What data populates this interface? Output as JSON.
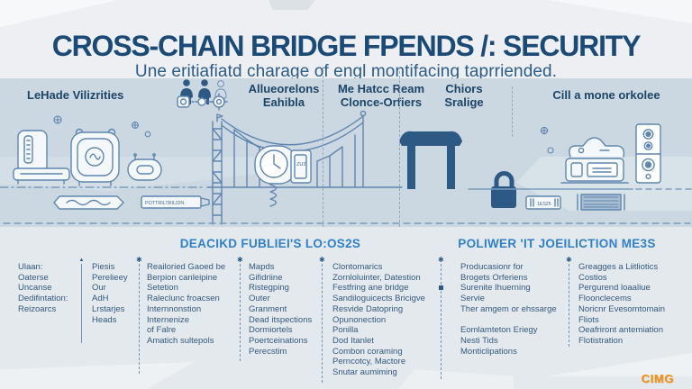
{
  "header": {
    "title": "CROSS-CHAIN BRIDGE FPENDS /: SECURITY",
    "subtitle": "Une eritiafiatd charage of engl montifacing taprriended."
  },
  "band": {
    "headers": [
      {
        "line1": "LeHade Vilizrities",
        "line2": ""
      },
      {
        "line1": "Allueorelons",
        "line2": "Eahibla"
      },
      {
        "line1": "Me Hatcc Ream",
        "line2": "Clonce-Orfiers"
      },
      {
        "line1": "Chiors",
        "line2": "Sralige"
      },
      {
        "line1": "Cill a mone orkolee",
        "line2": ""
      }
    ],
    "doodles": {
      "banner_label": "POTTRILTRILIDN",
      "clock_label": "ZU2",
      "tag_label": "1ES25"
    }
  },
  "sections": [
    {
      "title": "DEACIKD FUBLIEI'S LO:OS2S"
    },
    {
      "title": "POLIWER 'IT JOEILICTION ME3S"
    }
  ],
  "columns": [
    {
      "items": [
        "Ulaan:",
        "Oaterse",
        "Uncanse",
        "Dedifintation:",
        "Reizoarcs"
      ]
    },
    {
      "items": [
        "Piesis",
        "Perelieey",
        "Our",
        "AdH",
        "Lrstarjes",
        "Heads"
      ]
    },
    {
      "items": [
        "Reailoried Gaoed be",
        "Berpion canleipine",
        "Setetion",
        "Raleclunc froacsen",
        "Internnonstion",
        "Internenize",
        "of Falre",
        "Amatich sultepols"
      ]
    },
    {
      "items": [
        "Mapds",
        "Gifidriine",
        "Ristegping",
        "Outer",
        "Granment",
        "Dead itspections",
        "Dormiortels",
        "Poertceinations",
        "Perecstim"
      ]
    },
    {
      "items": [
        "Clontomarics",
        "Zornloluinter, Datestion",
        "Festfring ane bridge",
        "Sandiloguicects Bricigve",
        "Resvide Datopring",
        "Opunonection",
        "Ponilla",
        "Dod Itanlet",
        "Combon coraming",
        "Perncotcy, Mactore",
        "Snutar aumiming"
      ]
    },
    {
      "items": [
        "Producasionr for",
        "Brogets Orferiens",
        "Surenite Ihuerning",
        "Servie",
        "Ther amgem or ehssarge",
        "",
        "Eomlamteton Eriegy",
        "Nesti Tids",
        "Monticlipations"
      ]
    },
    {
      "items": [
        "Greagges a Liitliotics",
        "Costios",
        "Pergurend loaaliue",
        "Floonclecems",
        "Noricnr Evesomtomain",
        "Fliots",
        "Oeafriront antemiation",
        "Flotistration"
      ]
    }
  ],
  "logo": {
    "text": "CIMG"
  },
  "colors": {
    "title_navy": "#1b4a77",
    "section_blue": "#2f80c8",
    "ink_blue": "#2d5a84",
    "band_bg": "#cbd8e2",
    "logo_orange": "#ef921c"
  }
}
